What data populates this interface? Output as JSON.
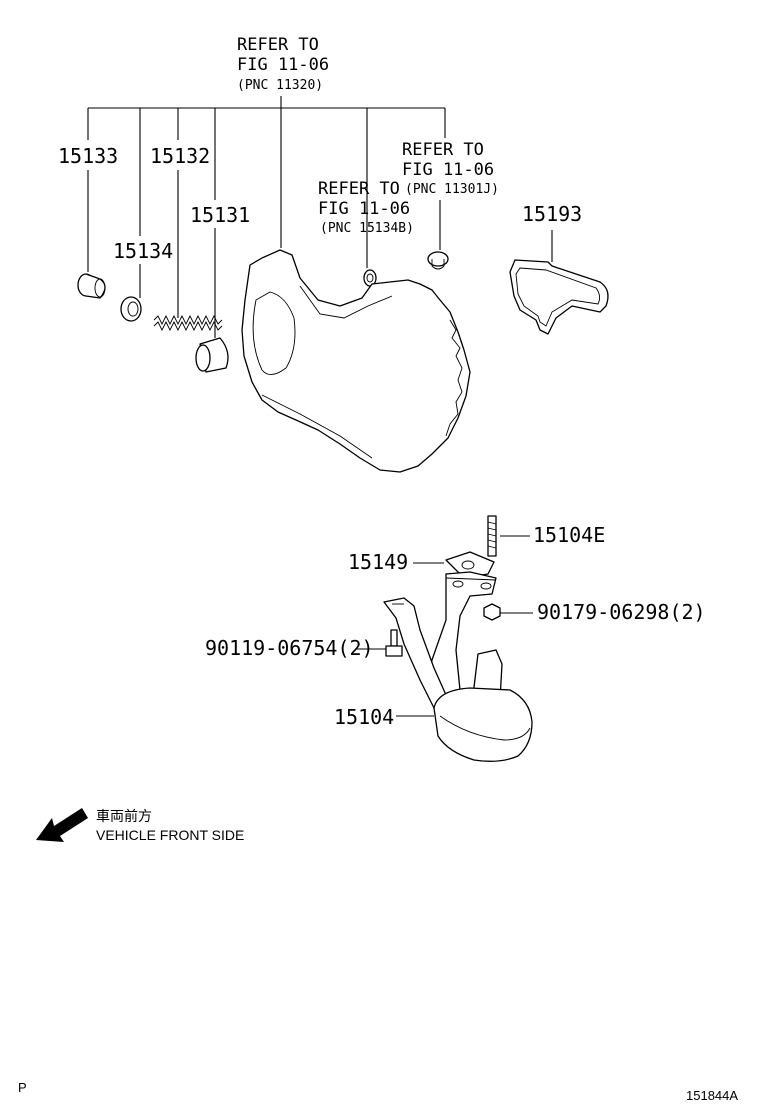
{
  "callouts": {
    "refer_main": {
      "line1": "REFER TO",
      "line2": "FIG 11-06",
      "line3": "(PNC 11320)"
    },
    "refer_right": {
      "line1": "REFER TO",
      "line2": "FIG 11-06",
      "line3": "(PNC 11301J)"
    },
    "refer_mid": {
      "line1": "REFER TO",
      "line2": "FIG 11-06",
      "line3": "(PNC 15134B)"
    }
  },
  "parts": {
    "p15133": "15133",
    "p15132": "15132",
    "p15131": "15131",
    "p15134": "15134",
    "p15193": "15193",
    "p15104E": "15104E",
    "p15149": "15149",
    "p90179": "90179-06298(2)",
    "p90119": "90119-06754(2)",
    "p15104": "15104"
  },
  "direction": {
    "jp": "車両前方",
    "en": "VEHICLE FRONT SIDE"
  },
  "footer": {
    "left": "P",
    "right": "151844A"
  }
}
